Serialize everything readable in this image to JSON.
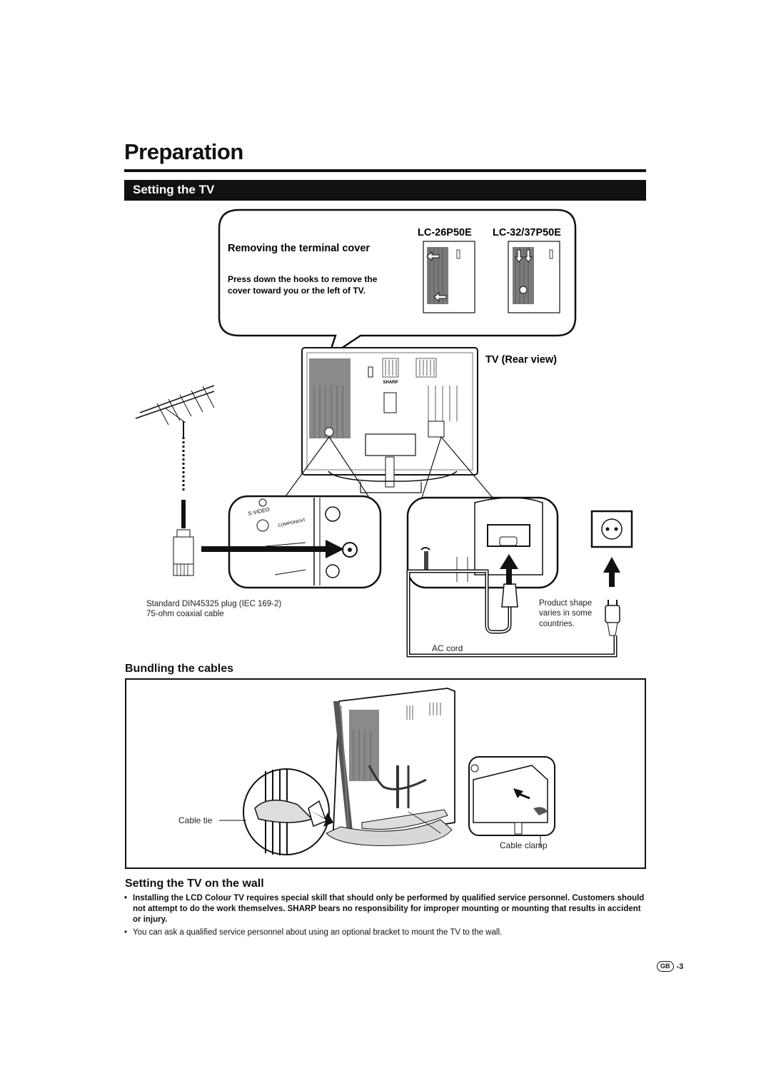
{
  "header": {
    "title": "Preparation",
    "section": "Setting the TV"
  },
  "terminal_cover": {
    "model_a": "LC-26P50E",
    "model_b": "LC-32/37P50E",
    "heading": "Removing the terminal cover",
    "instruction_line1": "Press down the hooks to remove the",
    "instruction_line2": "cover toward you or the left of TV."
  },
  "rear_view": {
    "label": "TV (Rear view)",
    "brand": "SHARP",
    "s_video": "S-VIDEO",
    "component": "COMPONENT"
  },
  "antenna": {
    "caption_line1": "Standard DIN45325 plug (IEC 169-2)",
    "caption_line2": "75-ohm coaxial cable"
  },
  "power": {
    "note_line1": "Product shape",
    "note_line2": "varies in some",
    "note_line3": "countries.",
    "cord_label": "AC cord"
  },
  "bundling": {
    "heading": "Bundling the cables",
    "cable_tie": "Cable tie",
    "cable_clamp": "Cable clamp"
  },
  "wall": {
    "heading": "Setting the TV on the wall",
    "bullet1": "Installing the LCD Colour TV requires special skill that should only be performed by qualified service personnel. Customers should not attempt to do the work themselves. SHARP bears no responsibility for improper mounting or mounting that results in accident or injury.",
    "bullet2": "You can ask a qualified service personnel about using an optional bracket to mount the TV to the wall."
  },
  "footer": {
    "region": "GB",
    "page": "-3"
  }
}
